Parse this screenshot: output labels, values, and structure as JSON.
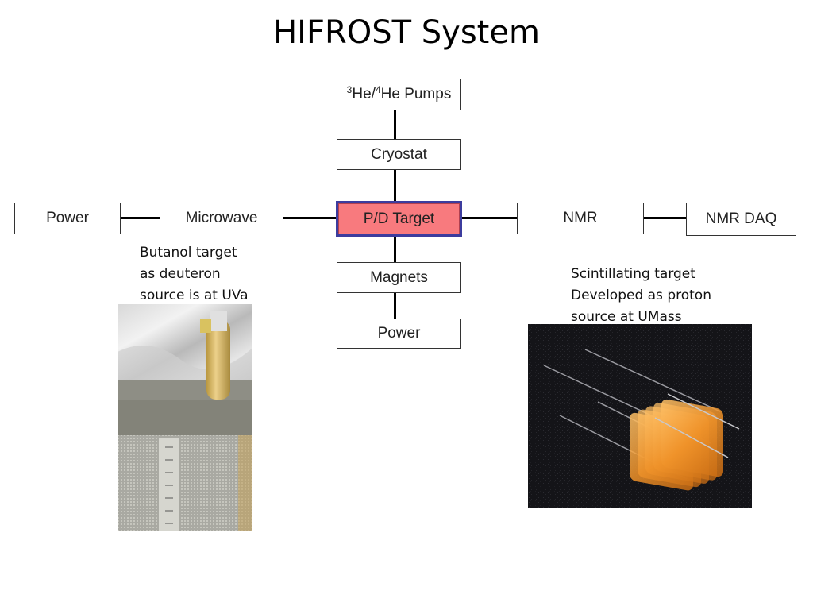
{
  "title": "HIFROST System",
  "diagram": {
    "pumps": {
      "sup3": "3",
      "he1": "He/",
      "sup4": "4",
      "he2": "He Pumps"
    },
    "cryostat": "Cryostat",
    "power_left": "Power",
    "microwave": "Microwave",
    "target": "P/D Target",
    "nmr": "NMR",
    "nmr_daq": "NMR DAQ",
    "magnets": "Magnets",
    "power_bottom": "Power"
  },
  "left_caption": {
    "line1": "Butanol target",
    "line2": "as deuteron",
    "line3": "source is at UVa"
  },
  "right_caption": {
    "line1": "Scintillating target",
    "line2": "Developed as proton",
    "line3": "source at UMass"
  },
  "colors": {
    "target_fill": "#f87a7e",
    "target_border": "#3c3c9e"
  }
}
